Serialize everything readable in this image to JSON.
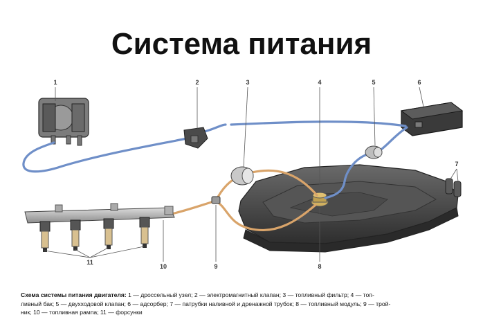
{
  "title": "Система питания",
  "labels": {
    "n1": "1",
    "n2": "2",
    "n3": "3",
    "n4": "4",
    "n5": "5",
    "n6": "6",
    "n7": "7",
    "n8": "8",
    "n9": "9",
    "n10": "10",
    "n11": "11"
  },
  "caption": {
    "heading": "Схема системы питания двигателя:",
    "line1": " 1 — дроссельный узел; 2 — электромагнитный клапан; 3 — топливный фильтр; 4 — топ-",
    "line2": "ливный бак; 5 — двухходовой клапан; 6 — адсорбер; 7 — патрубки наливной и дренажной трубок; 8 — топливный модуль; 9 — трой-",
    "line3": "ник; 10 — топливная рампа; 11 — форсунки"
  },
  "colors": {
    "vapor_line": "#6f8fc8",
    "fuel_line": "#d9a46a",
    "metal_dark": "#3f3f3f",
    "metal_mid": "#8a8a8a"
  }
}
